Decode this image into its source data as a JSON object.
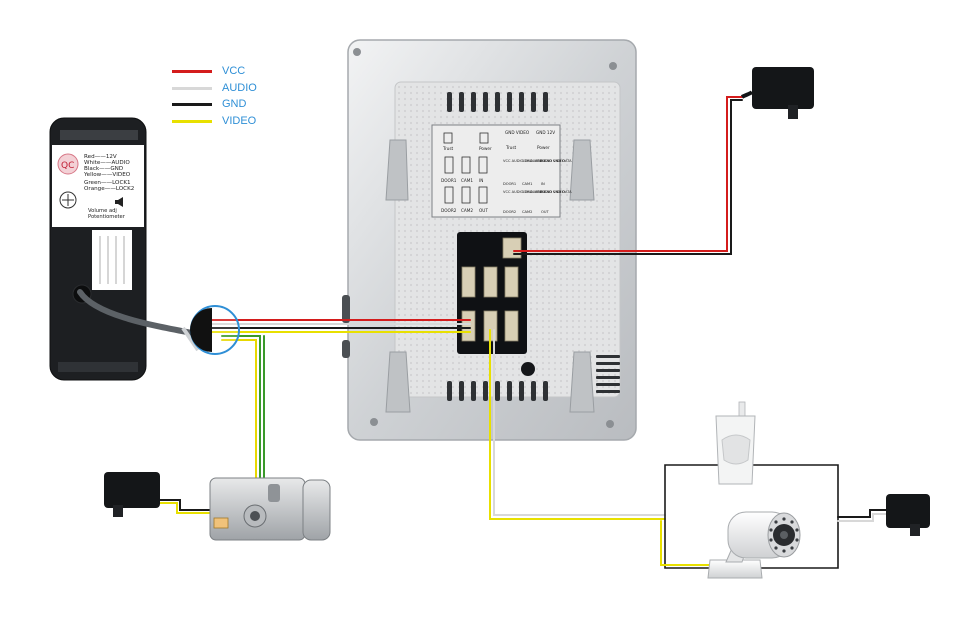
{
  "legend": [
    {
      "label": "VCC",
      "color": "#d41c1c"
    },
    {
      "label": "AUDIO",
      "color": "#d8d8d8"
    },
    {
      "label": "GND",
      "color": "#1a1a1a"
    },
    {
      "label": "VIDEO",
      "color": "#e8e000"
    }
  ],
  "outdoor_unit": {
    "qc_sticker": "QC",
    "wire_labels": [
      "Red——12V",
      "White——AUDIO",
      "Black——GND",
      "Yellow——VIDEO",
      "Green——LOCK1",
      "Orange——LOCK2"
    ],
    "volume_label": "Volume adj",
    "potentiometer_label": "Potentiometer"
  },
  "monitor": {
    "top_connectors": [
      {
        "label": "Trust"
      },
      {
        "label": "Power"
      }
    ],
    "pins_top_right": [
      "GND VIDEO",
      "GND 12V"
    ],
    "pins_top_right_labels": [
      "Trust",
      "Power"
    ],
    "row1_labels": [
      "DOOR1",
      "CAM1",
      "IN"
    ],
    "row1_pins": [
      "VCC AUDIO GND VIDEO",
      "12V ALARM GND VIDEO",
      "AUDIO GND DATA"
    ],
    "row1_pin_labels": [
      "DOOR1",
      "CAM1",
      "IN"
    ],
    "row2_labels": [
      "DOOR2",
      "CAM2",
      "OUT"
    ],
    "row2_pins": [
      "VCC AUDIO GND VIDEO",
      "12V ALARM GND VIDEO",
      "AUDIO GND DATA"
    ],
    "row2_pin_labels": [
      "DOOR2",
      "CAM2",
      "OUT"
    ]
  },
  "colors": {
    "vcc": "#d41c1c",
    "audio": "#d8d8d8",
    "gnd": "#1a1a1a",
    "video": "#e8e000",
    "green": "#3a9a2a",
    "orange": "#e07a10",
    "monitor_body": "#d9dbdd",
    "monitor_inner": "#e6e7e8",
    "highlight_ring": "#2f8fd6"
  }
}
